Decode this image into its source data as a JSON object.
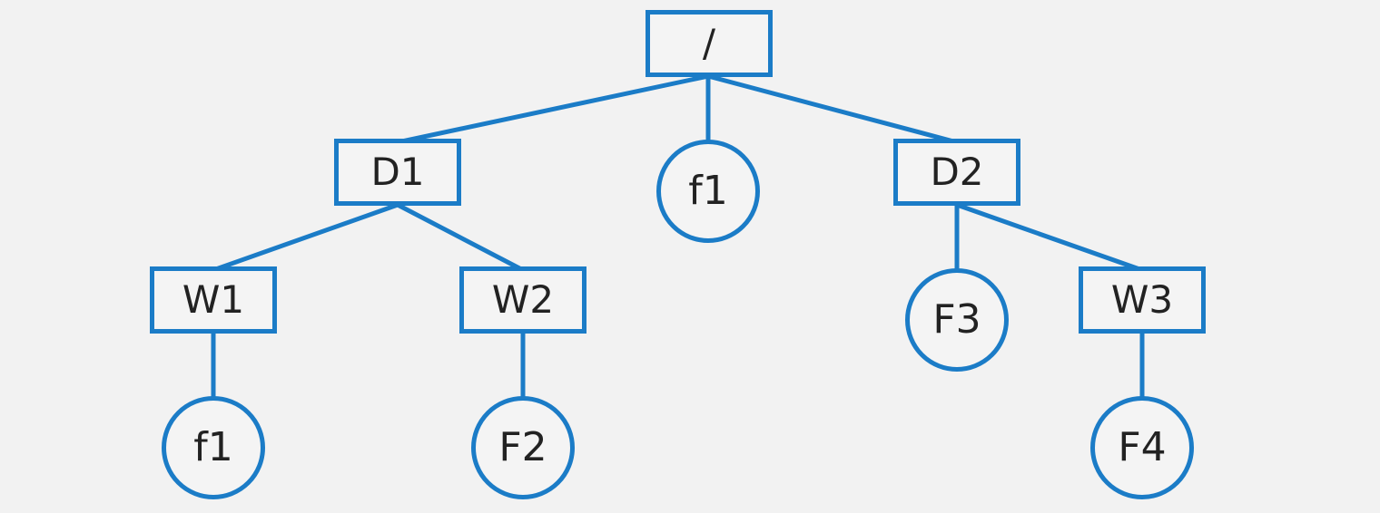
{
  "diagram": {
    "nodes": {
      "root": {
        "label": "/",
        "kind": "directory"
      },
      "d1": {
        "label": "D1",
        "kind": "directory"
      },
      "root_f1": {
        "label": "f1",
        "kind": "file"
      },
      "d2": {
        "label": "D2",
        "kind": "directory"
      },
      "w1": {
        "label": "W1",
        "kind": "directory"
      },
      "w2": {
        "label": "W2",
        "kind": "directory"
      },
      "f3": {
        "label": "F3",
        "kind": "file"
      },
      "w3": {
        "label": "W3",
        "kind": "directory"
      },
      "w1_f1": {
        "label": "f1",
        "kind": "file"
      },
      "f2": {
        "label": "F2",
        "kind": "file"
      },
      "f4": {
        "label": "F4",
        "kind": "file"
      }
    },
    "edges": [
      [
        "root",
        "d1"
      ],
      [
        "root",
        "root_f1"
      ],
      [
        "root",
        "d2"
      ],
      [
        "d1",
        "w1"
      ],
      [
        "d1",
        "w2"
      ],
      [
        "d2",
        "f3"
      ],
      [
        "d2",
        "w3"
      ],
      [
        "w1",
        "w1_f1"
      ],
      [
        "w2",
        "f2"
      ],
      [
        "w3",
        "f4"
      ]
    ],
    "colors": {
      "stroke": "#1b7cc7",
      "background": "#f2f2f2",
      "text": "#222222"
    }
  }
}
